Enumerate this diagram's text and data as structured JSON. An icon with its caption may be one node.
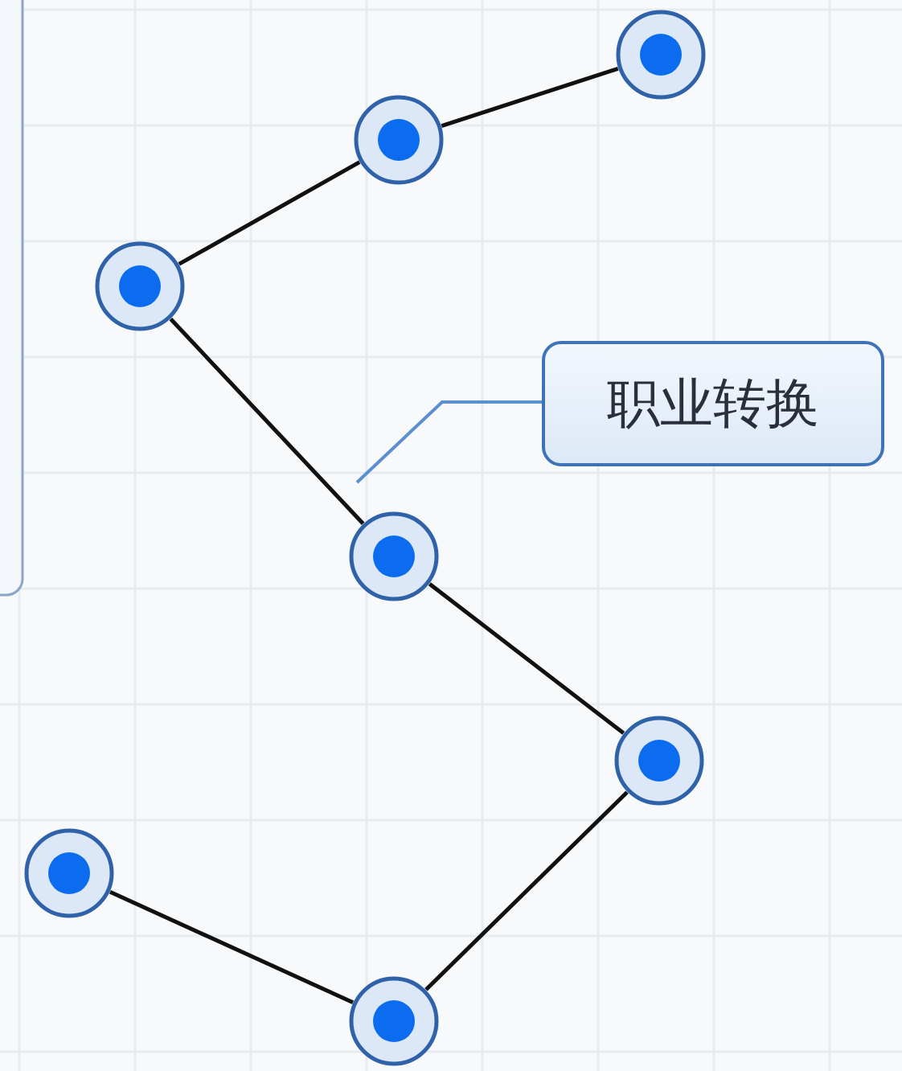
{
  "diagram": {
    "nodes": [
      {
        "text": [],
        "shape": "circle"
      },
      {
        "text": [],
        "shape": "circle"
      },
      {
        "text": [],
        "shape": "circle"
      },
      {
        "text": [
          "职业转换"
        ]
      },
      {
        "text": [],
        "shape": "circle"
      },
      {
        "text": [],
        "shape": "circle"
      },
      {
        "text": [],
        "shape": "circle"
      },
      {
        "text": [],
        "shape": "circle"
      }
    ],
    "edges": [
      {
        "from": 0,
        "to": 1,
        "arrow": "none"
      },
      {
        "from": 1,
        "to": 2,
        "arrow": "none"
      },
      {
        "from": 2,
        "to": 4,
        "arrow": "none"
      },
      {
        "from": 4,
        "to": 5,
        "arrow": "none"
      },
      {
        "from": 5,
        "to": 7,
        "arrow": "none"
      },
      {
        "from": 7,
        "to": 6,
        "arrow": "none"
      },
      {
        "from": 3,
        "to": null,
        "arrow": "none",
        "color": "#5b8fd0"
      }
    ]
  }
}
